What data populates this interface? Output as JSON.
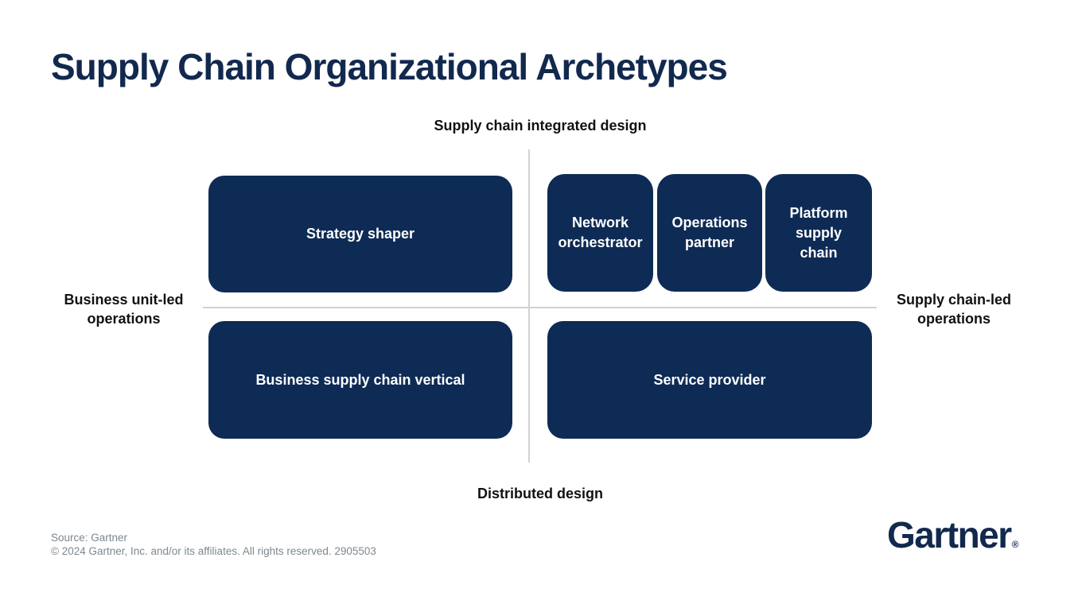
{
  "title": "Supply Chain Organizational Archetypes",
  "axes": {
    "top": "Supply chain integrated design",
    "bottom": "Distributed design",
    "left": "Business unit-led\noperations",
    "right": "Supply chain-led\noperations"
  },
  "boxes": {
    "strategy_shaper": "Strategy shaper",
    "network_orchestrator": "Network\norchestrator",
    "operations_partner": "Operations\npartner",
    "platform_supply_chain": "Platform\nsupply\nchain",
    "business_supply_chain_vertical": "Business supply chain vertical",
    "service_provider": "Service provider"
  },
  "footer": {
    "source": "Source: Gartner",
    "copyright": "© 2024 Gartner, Inc. and/or its affiliates. All rights reserved. 2905503"
  },
  "logo": {
    "text": "Gartner",
    "registered": "®"
  },
  "colors": {
    "box_navy": "#0e2b55",
    "brand_navy": "#12294e",
    "axis_black": "#111111",
    "line_gray": "#d1d1d1",
    "source_gray": "#7d888f",
    "background": "#ffffff"
  }
}
